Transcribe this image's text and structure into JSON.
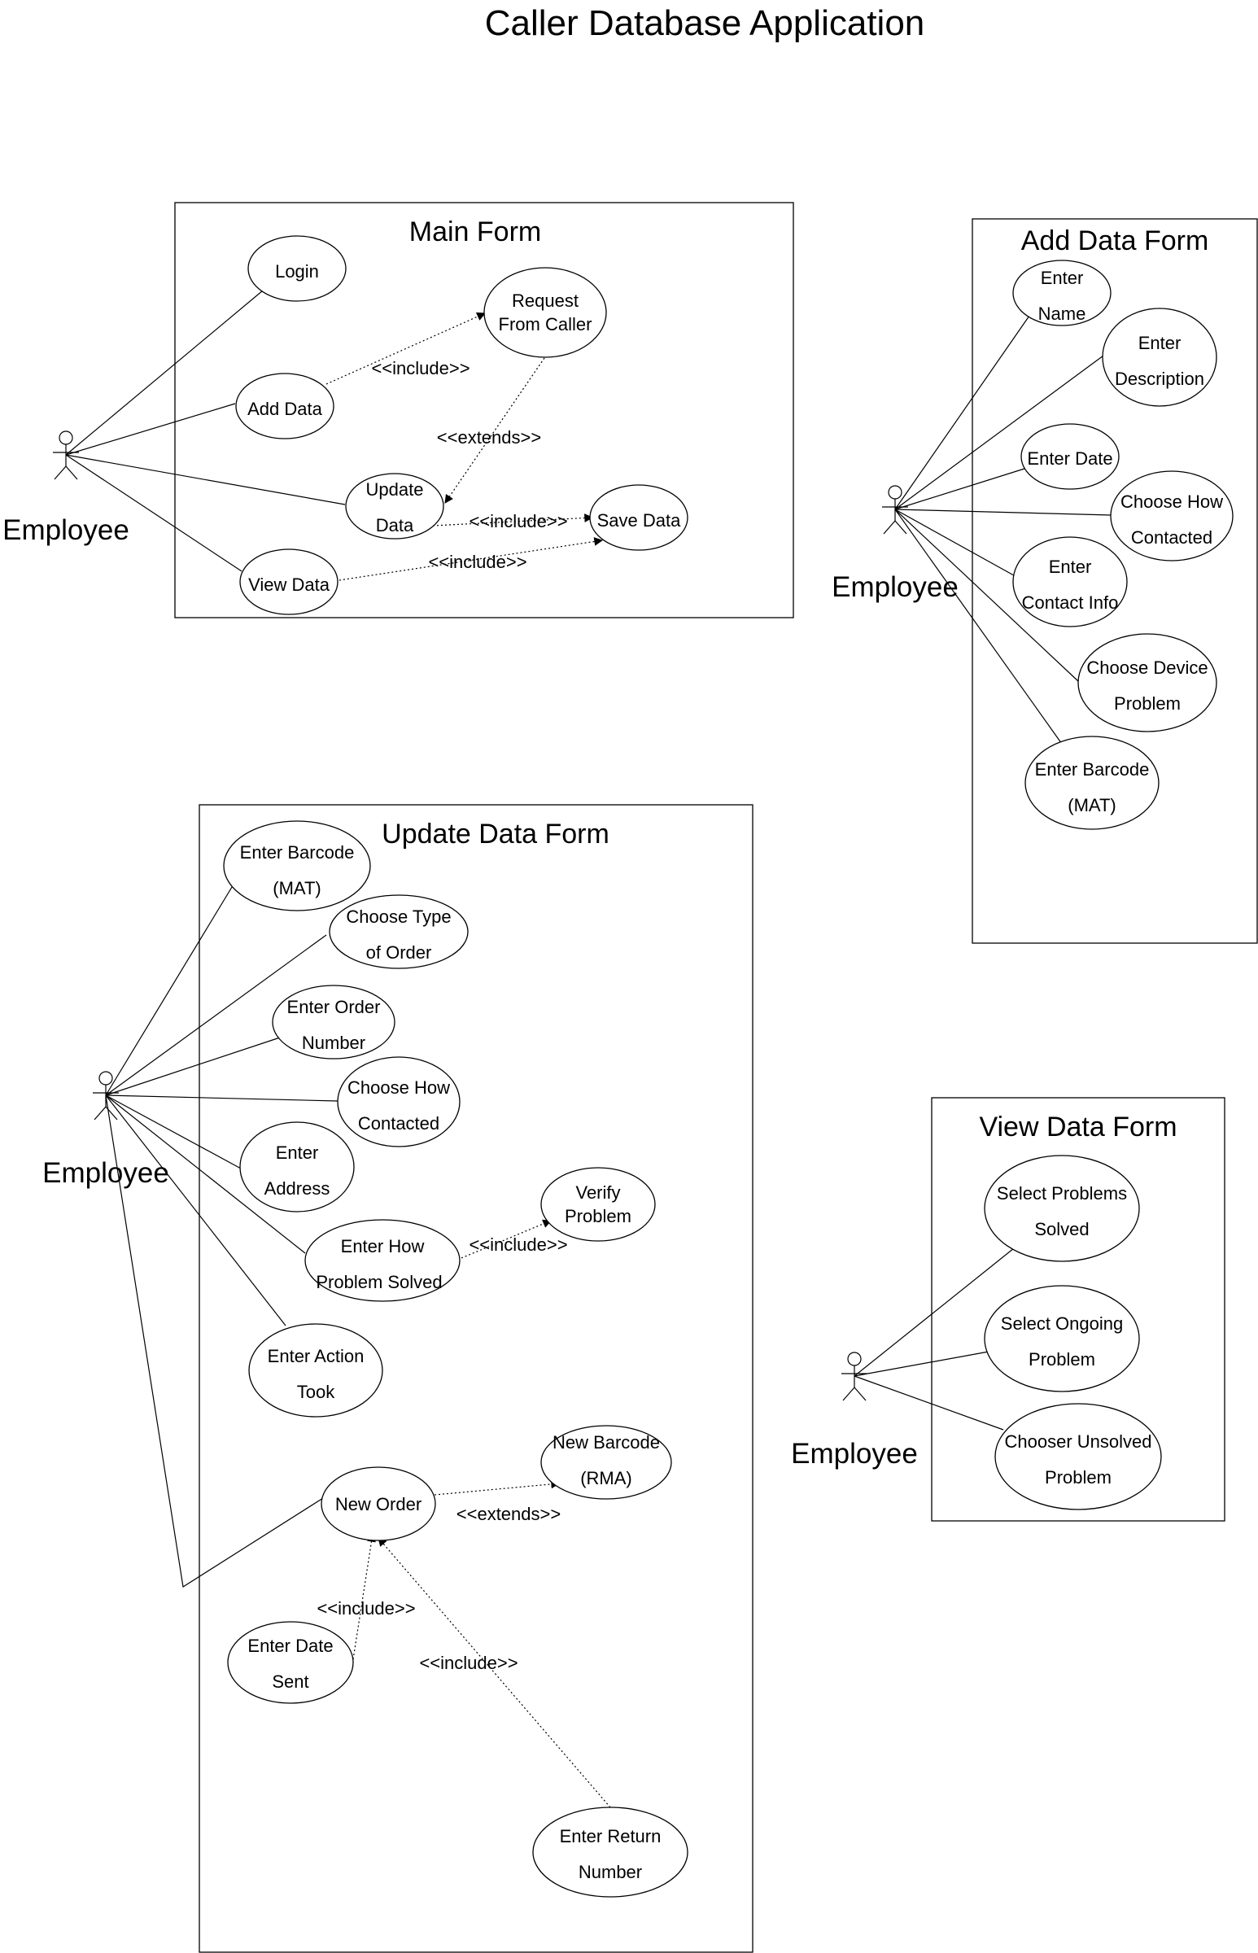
{
  "title": "Caller Database Application",
  "actor_label": "Employee",
  "forms": {
    "main": {
      "title": "Main Form",
      "use_cases": {
        "login": [
          "Login"
        ],
        "add_data": [
          "Add Data"
        ],
        "request": [
          "Request",
          "From Caller"
        ],
        "update_data": [
          "Update",
          "Data"
        ],
        "save_data": [
          "Save Data"
        ],
        "view_data": [
          "View Data"
        ]
      },
      "relations": {
        "add_request": "<<include>>",
        "request_update": "<<extends>>",
        "update_save": "<<include>>",
        "view_save": "<<include>>"
      }
    },
    "add": {
      "title": "Add Data Form",
      "use_cases": {
        "enter_name": [
          "Enter",
          "Name"
        ],
        "enter_description": [
          "Enter",
          "Description"
        ],
        "enter_date": [
          "Enter Date"
        ],
        "choose_how_contacted": [
          "Choose How",
          "Contacted"
        ],
        "enter_contact_info": [
          "Enter",
          "Contact Info"
        ],
        "choose_device_problem": [
          "Choose Device",
          "Problem"
        ],
        "enter_barcode": [
          "Enter Barcode",
          "(MAT)"
        ]
      }
    },
    "update": {
      "title": "Update Data Form",
      "use_cases": {
        "enter_barcode": [
          "Enter Barcode",
          "(MAT)"
        ],
        "choose_type": [
          "Choose Type",
          "of Order"
        ],
        "enter_order_number": [
          "Enter Order",
          "Number"
        ],
        "choose_how_contacted": [
          "Choose How",
          "Contacted"
        ],
        "enter_address": [
          "Enter",
          "Address"
        ],
        "verify_problem": [
          "Verify",
          "Problem"
        ],
        "enter_how_solved": [
          "Enter How",
          "Problem Solved"
        ],
        "enter_action": [
          "Enter Action",
          "Took"
        ],
        "new_barcode": [
          "New Barcode",
          "(RMA)"
        ],
        "new_order": [
          "New Order"
        ],
        "enter_date_sent": [
          "Enter Date",
          "Sent"
        ],
        "enter_return_number": [
          "Enter Return",
          "Number"
        ]
      },
      "relations": {
        "solved_verify": "<<include>>",
        "order_barcode": "<<extends>>",
        "datesent_order": "<<include>>",
        "return_order": "<<include>>"
      }
    },
    "view": {
      "title": "View Data Form",
      "use_cases": {
        "select_solved": [
          "Select Problems",
          "Solved"
        ],
        "select_ongoing": [
          "Select Ongoing",
          "Problem"
        ],
        "choose_unsolved": [
          "Chooser Unsolved",
          "Problem"
        ]
      }
    }
  }
}
